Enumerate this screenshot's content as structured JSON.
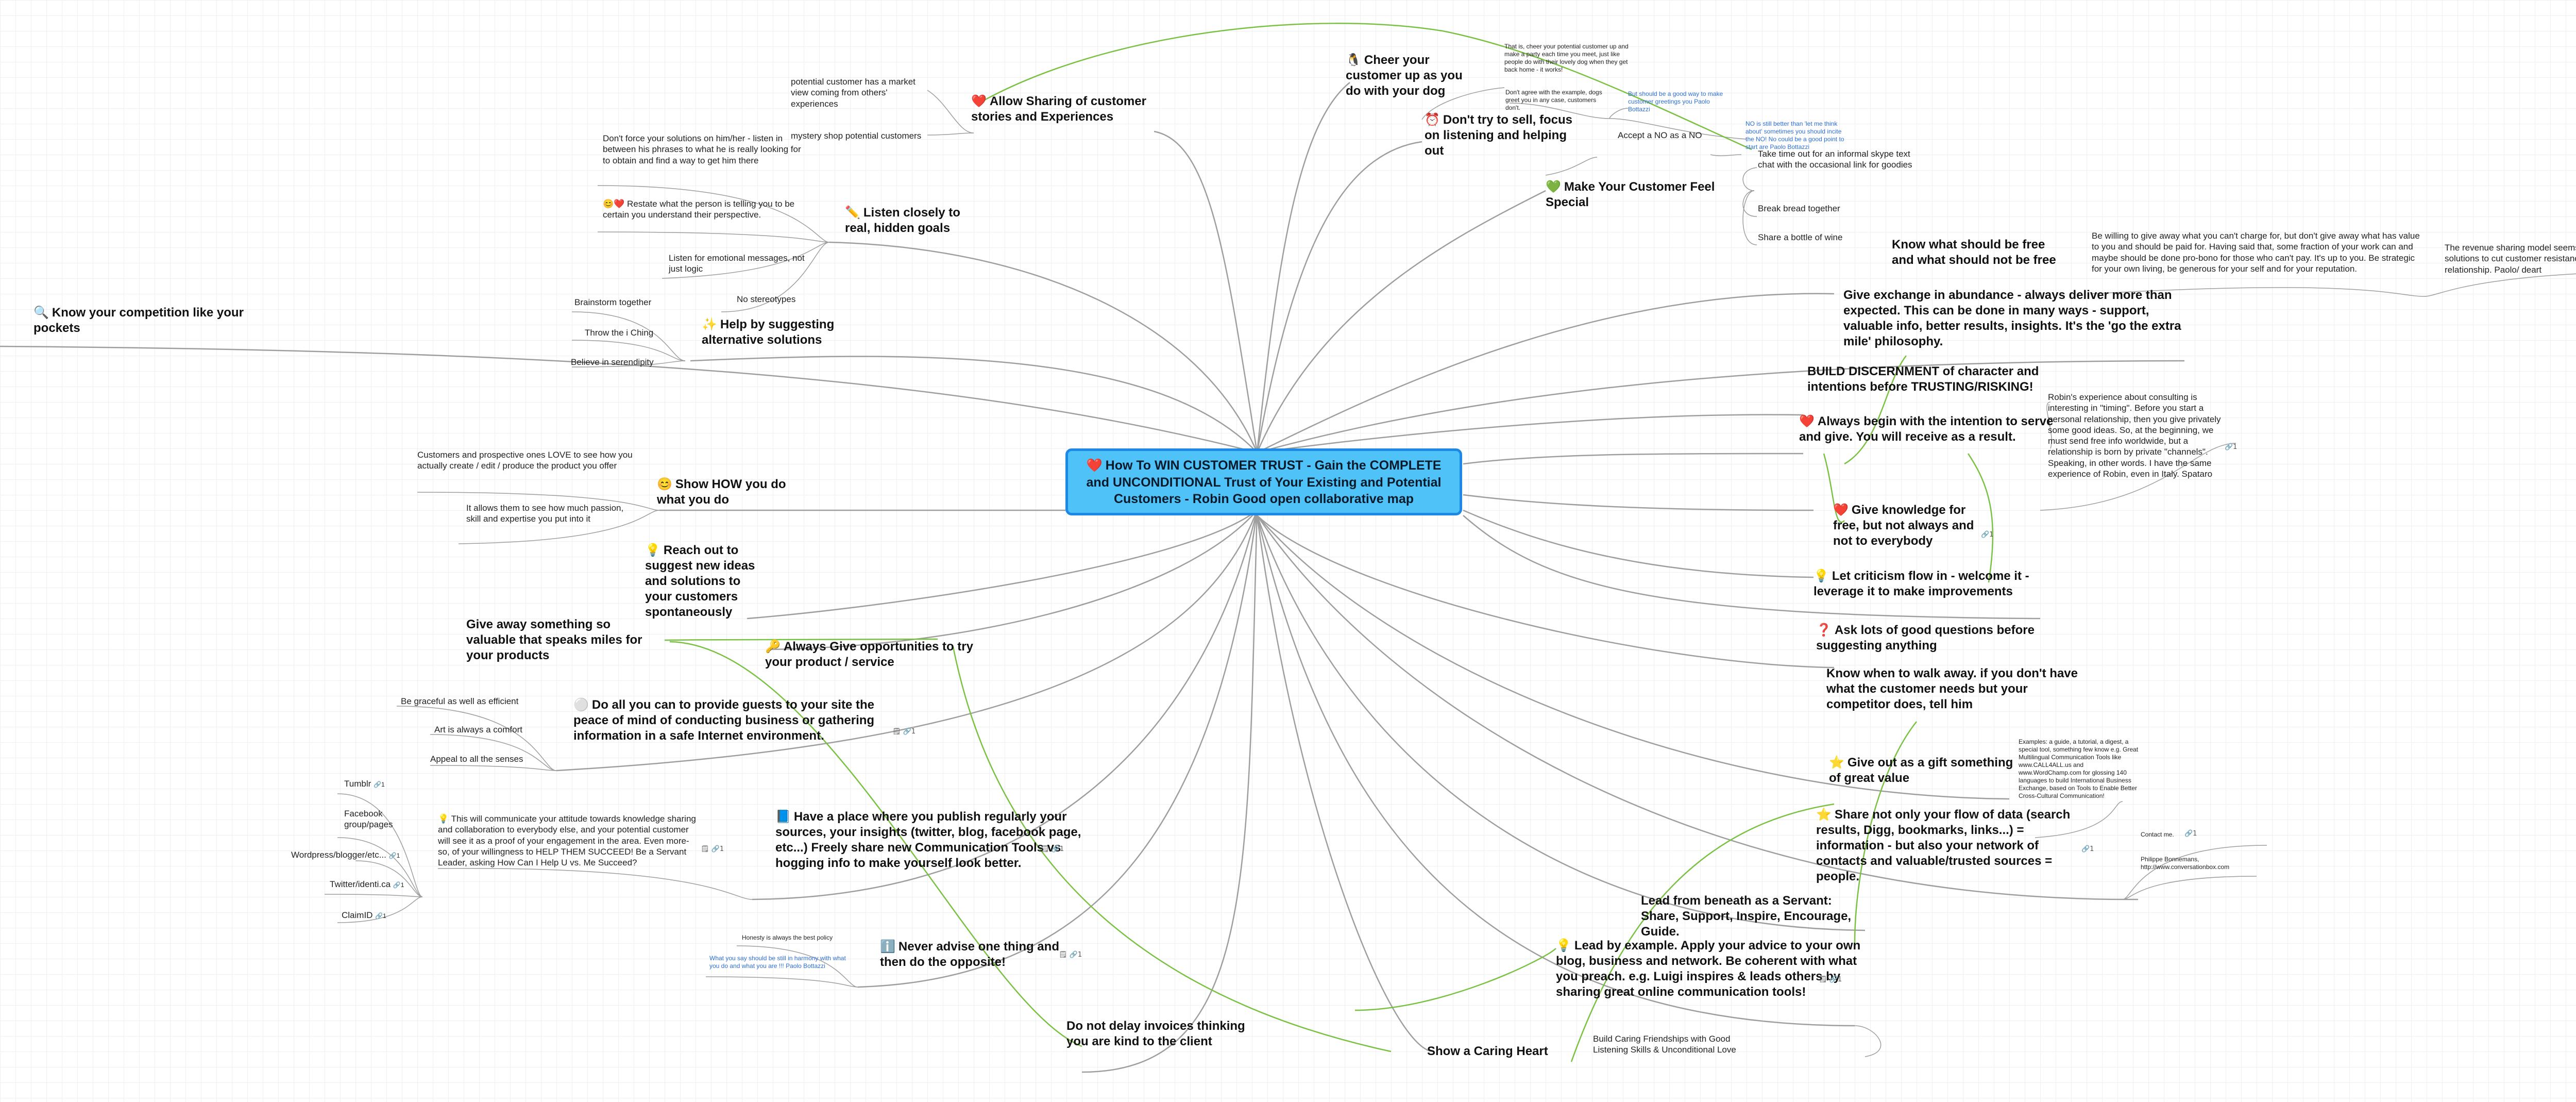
{
  "root": {
    "icon": "❤️",
    "text": "How To WIN CUSTOMER TRUST - Gain the COMPLETE and UNCONDITIONAL Trust of Your Existing and Potential Customers - Robin Good open collaborative map"
  },
  "colors": {
    "root_fill": "#4fc3f7",
    "root_border": "#1e88e5",
    "branch_line": "#9e9e9e",
    "relation_line": "#7ac142"
  },
  "left": {
    "allow_sharing": {
      "icon": "❤️",
      "title": "Allow Sharing of customer stories and Experiences",
      "sub1": "potential customer has a market view coming from others' experiences",
      "sub2": "mystery shop potential customers"
    },
    "listen": {
      "icon": "✏️",
      "title": "Listen closely to real, hidden goals",
      "sub1": "Don't force your solutions on him/her - listen in between his phrases to what he is really looking for to obtain and find a way to get him there",
      "sub2": "😊❤️ Restate what the person is telling you to be certain you understand their perspective.",
      "sub3": "Listen for emotional messages, not just logic",
      "sub4": "No stereotypes"
    },
    "help": {
      "icon": "✨",
      "title": "Help by suggesting alternative solutions",
      "sub1": "Brainstorm together",
      "sub2": "Throw the i Ching",
      "sub3": "Believe in serendipity"
    },
    "competition": {
      "icon": "🔍",
      "title": "Know your competition like your pockets"
    },
    "show_how": {
      "icon": "😊",
      "title": "Show HOW you do what you do",
      "sub1": "Customers and prospective ones LOVE to see how you actually create / edit / produce the product you offer",
      "sub2": "It allows them to see how much passion, skill and expertise you put into it"
    },
    "reach_out": {
      "icon": "💡",
      "title": "Reach out to suggest new ideas and solutions to your customers spontaneously"
    },
    "give_away": {
      "title": "Give away something so valuable that speaks miles for your products"
    },
    "opportunities": {
      "icon": "🔑",
      "title": "Always Give opportunities to try your product / service"
    },
    "peace": {
      "icon": "⚪",
      "title": "Do all you can to provide guests to your site the peace of mind of conducting business or gathering information in a safe Internet environment.",
      "sub1": "Be graceful as well as efficient",
      "sub2": "Art is always a comfort",
      "sub3": "Appeal to all the senses",
      "badge": "🗒 🔗1"
    },
    "publish": {
      "icon": "📘",
      "title": "Have a place where you publish regularly your sources, your insights (twitter, blog, facebook page, etc...) Freely share new Communication Tools vs hogging info to make yourself look better.",
      "sub1": "💡 This will communicate your attitude towards knowledge sharing and collaboration to everybody else, and your potential customer will see it as a proof of your engagement in the area. Even more-so, of your willingness to HELP THEM SUCCEED! Be a Servant Leader, asking How Can I Help U vs. Me Succeed?",
      "badge": "🗒 🔗1",
      "badge2": "🗒 🔗1",
      "services": [
        {
          "label": "Tumblr",
          "badge": "🔗1"
        },
        {
          "label": "Facebook group/pages",
          "badge": ""
        },
        {
          "label": "Wordpress/blogger/etc...",
          "badge": "🔗1"
        },
        {
          "label": "Twitter/identi.ca",
          "badge": "🔗1"
        },
        {
          "label": "ClaimID",
          "badge": "🔗1"
        }
      ]
    },
    "never_advise": {
      "icon": "ℹ️",
      "title": "Never advise one thing and then do the opposite!",
      "sub1": "Honesty is always the best policy",
      "sub2": "What you say should be still in harmony with what you do and what you are !!! Paolo Bottazzi",
      "badge": "🗒 🔗1"
    },
    "invoices": {
      "title": "Do not delay invoices thinking you are kind to the client"
    }
  },
  "right": {
    "cheer": {
      "icon": "🐧",
      "title": "Cheer your customer up as you do with your dog",
      "sub1": "That is, cheer your potential customer up and make a party each time you meet, just like people do with their lovely dog when they get back home - it works!",
      "sub2": "Don't agree with the example, dogs greet you in any case, customers don't.",
      "sub3": "But should be a good way to make customer greetings you Paolo Bottazzi"
    },
    "dont_sell": {
      "icon": "⏰",
      "title": "Don't try to sell, focus on listening and helping out",
      "sub1": "Accept a NO as a NO",
      "sub2": "NO is still better than 'let me think about' sometimes you should incite the NO! No could be a good point to start are Paolo Bottazzi"
    },
    "feel_special": {
      "icon": "💚",
      "title": "Make Your Customer Feel Special",
      "sub1": "Take time out for an informal skype text chat with the occasional link for goodies",
      "sub2": "Break bread together",
      "sub3": "Share a bottle of wine"
    },
    "free": {
      "title": "Know what should be free and what should not be free",
      "sub1": "Be willing to give away what you can't charge for, but don't give away what has value to you and should be paid for. Having said that, some fraction of your work can and maybe should be done pro-bono for those who can't pay. It's up to you. Be strategic for your own living, be generous for your self and for your reputation.",
      "sub2": "The revenue sharing model seems one of best solutions to cut customer resistance and start a good relationship. Paolo/ deart"
    },
    "abundance": {
      "title": "Give exchange in abundance - always deliver more than expected.  This can be done in many ways - support, valuable info, better results, insights.  It's the 'go the extra mile' philosophy."
    },
    "discernment": {
      "title": "BUILD DISCERNMENT of character and intentions before TRUSTING/RISKING!"
    },
    "serve": {
      "icon": "❤️",
      "title": "Always begin with the intention to serve and give.  You will receive as a result.",
      "sub1": "Robin's experience about consulting is interesting in \"timing\". Before you start a personal relationship, then you give privately some good ideas.  So, at the beginning, we must send free info worldwide, but a relationship is born by private \"channels\". Speaking, in other words. I have the same experience of Robin, even in Italy.  Spataro",
      "badge": "🔗1"
    },
    "knowledge": {
      "icon": "❤️",
      "title": "Give knowledge for free, but not always and not to everybody",
      "badge": "🔗1"
    },
    "criticism": {
      "icon": "💡",
      "title": "Let criticism flow in - welcome it - leverage it to make improvements"
    },
    "questions": {
      "icon": "❓",
      "title": "Ask lots of good questions before suggesting anything"
    },
    "walk_away": {
      "title": "Know  when to walk away.  if you don't have what the customer needs but your competitor does, tell him"
    },
    "gift": {
      "icon": "⭐",
      "title": "Give out as a gift something of great value",
      "sub1": "Examples: a guide, a tutorial, a digest, a special tool, something few know e.g. Great Multilingual Communication Tools like www.CALL4ALL.us and www.WordChamp.com for glossing 140 languages to build International Business Exchange, based on Tools to Enable Better Cross-Cultural Communication!"
    },
    "share_network": {
      "icon": "⭐",
      "title": "Share not only your flow of data (search results, Digg, bookmarks, links...) = information - but also your network of contacts and valuable/trusted sources = people.",
      "sub1": "Contact me.",
      "sub2": "Philippe Bonnemans, http://www.conversationbox.com",
      "badge": "🔗1",
      "badge2": "🔗1"
    },
    "servant": {
      "title": "Lead from beneath as a Servant: Share, Support, Inspire, Encourage, Guide."
    },
    "example": {
      "icon": "💡",
      "title": "Lead by example. Apply your advice to your own blog, business and network. Be coherent with what you preach.   e.g. Luigi inspires & leads others by sharing great online communication tools!",
      "badge": "🗒 🔗1"
    },
    "caring": {
      "title": "Show a Caring Heart",
      "sub1": "Build Caring Friendships with Good Listening Skills & Unconditional Love"
    }
  }
}
